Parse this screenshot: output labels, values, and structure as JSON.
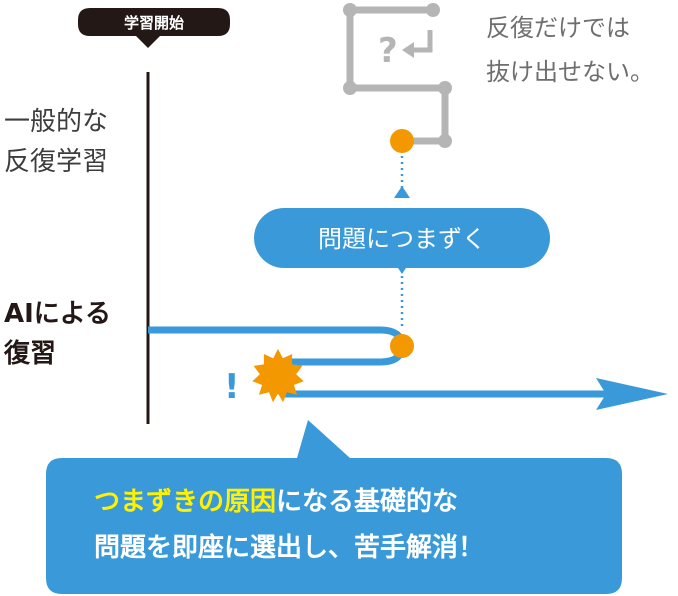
{
  "start_label": "学習開始",
  "row1": {
    "line1": "一般的な",
    "line2": "反復学習"
  },
  "row2": {
    "line1": "AIによる",
    "line2": "復習"
  },
  "loop_note": {
    "line1": "反復だけでは",
    "line2": "抜け出せない。"
  },
  "question_mark": "?",
  "stumble_label": "問題につまずく",
  "exclaim": "!",
  "bottom_callout": {
    "line1_highlight": "つまずきの原因",
    "line1_rest": "になる基礎的な",
    "line2": "問題を即座に選出し、苦手解消！"
  },
  "colors": {
    "blue": "#3a9ad9",
    "gray": "#b5b5b5",
    "orange": "#f39800",
    "dark": "#231815",
    "yellow": "#fff100",
    "label_text": "#3d3d3d"
  }
}
